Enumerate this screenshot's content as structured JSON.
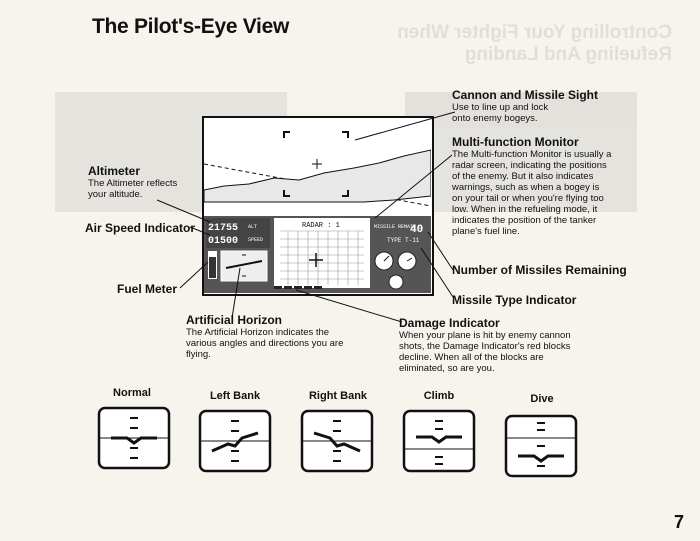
{
  "page_title": "The Pilot's-Eye View",
  "ghost_title": "Controlling Your Fighter When Refueling And Landing",
  "cockpit": {
    "altitude_readout": "21755",
    "altitude_unit": "ALT",
    "speed_readout": "01500",
    "speed_unit": "SPEED",
    "radar_label": "RADAR : 1",
    "missile_label": "MISSILE REMAIN",
    "missile_count": "40",
    "missile_type": "TYPE T-11"
  },
  "callouts": {
    "cannon": {
      "heading": "Cannon and Missile Sight",
      "text": "Use to line up and lock onto enemy bogeys."
    },
    "monitor": {
      "heading": "Multi-function Monitor",
      "text": "The Multi-function Monitor is usually a radar screen, indicating the positions of the enemy. But it also indicates warnings, such as when a bogey is on your tail or when you're flying too low. When in the refueling mode, it indicates the position of the tanker plane's fuel line."
    },
    "altimeter": {
      "heading": "Altimeter",
      "text": "The Altimeter reflects your altitude."
    },
    "airspeed": {
      "heading": "Air Speed Indicator"
    },
    "fuel": {
      "heading": "Fuel Meter"
    },
    "missiles_remaining": {
      "heading": "Number of Missiles Remaining"
    },
    "missile_type": {
      "heading": "Missile Type Indicator"
    },
    "horizon": {
      "heading": "Artificial Horizon",
      "text": "The Artificial Horizon indicates the various angles and directions you are flying."
    },
    "damage": {
      "heading": "Damage Indicator",
      "text": "When your plane is hit by enemy cannon shots, the Damage Indicator's red blocks decline. When all of the blocks are eliminated, so are you."
    }
  },
  "horizon_states": [
    {
      "label": "Normal"
    },
    {
      "label": "Left Bank"
    },
    {
      "label": "Right Bank"
    },
    {
      "label": "Climb"
    },
    {
      "label": "Dive"
    }
  ],
  "page_number": "7"
}
